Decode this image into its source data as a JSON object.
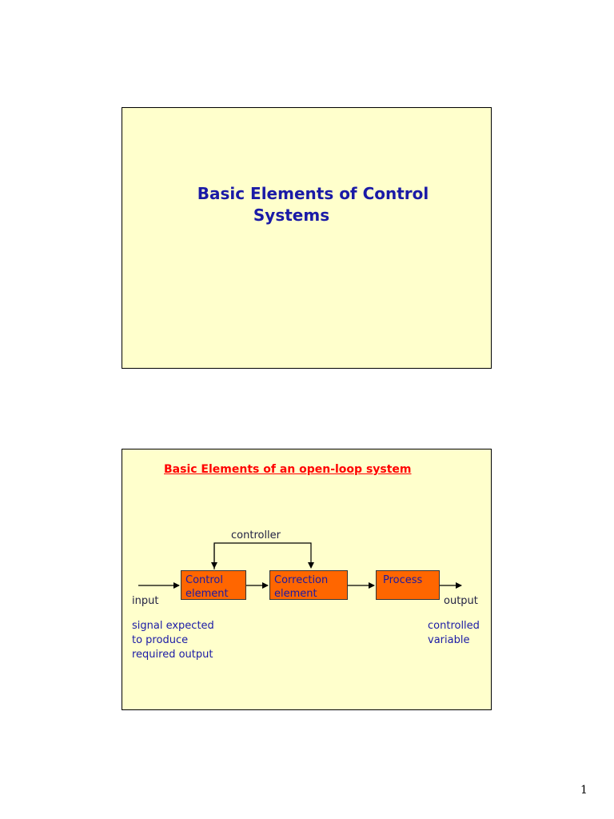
{
  "slides": [
    {
      "title_line1": "Basic Elements of Control",
      "title_line2": "Systems"
    },
    {
      "title": "Basic Elements of an open-loop system",
      "diagram": {
        "controller_label": "controller",
        "blocks": [
          "Control\nelement",
          "Correction\nelement",
          "Process"
        ],
        "input_label": "input",
        "output_label": "output",
        "input_description": "signal expected\nto produce\nrequired output",
        "output_description": "controlled\nvariable"
      }
    }
  ],
  "page_number": "1",
  "colors": {
    "slide_background": "#ffffcc",
    "title_blue": "#1a1aa6",
    "title_red": "#ff0000",
    "block_fill": "#ff6600"
  }
}
